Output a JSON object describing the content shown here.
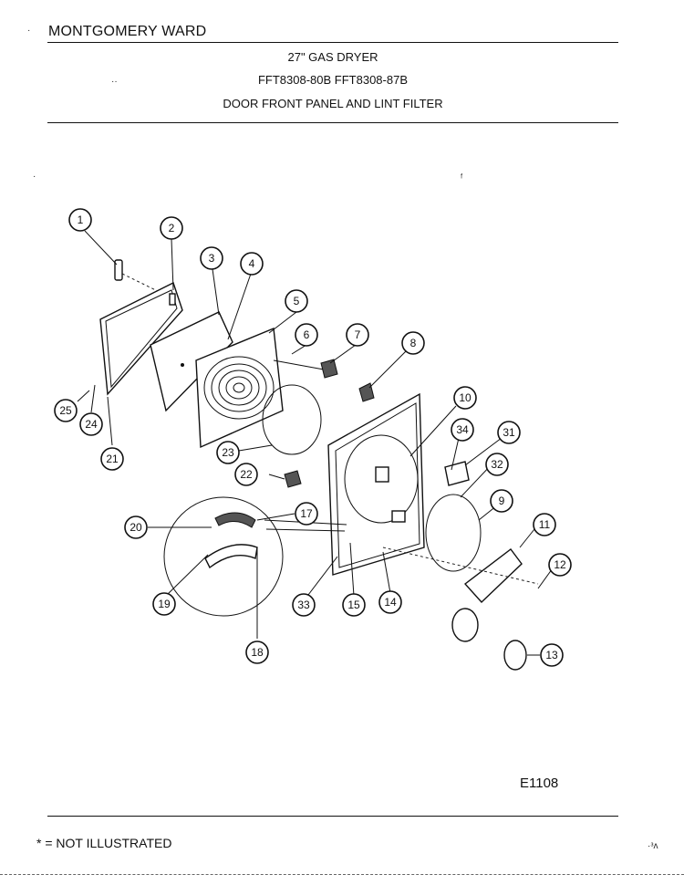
{
  "header": {
    "brand": "MONTGOMERY WARD",
    "product": "27\" GAS DRYER",
    "models": "FFT8308-80B  FFT8308-87B",
    "section": "DOOR FRONT PANEL AND LINT FILTER"
  },
  "figure_code": "E1108",
  "footnote": "* = NOT ILLUSTRATED",
  "callouts": [
    "1",
    "2",
    "3",
    "4",
    "5",
    "6",
    "7",
    "8",
    "9",
    "10",
    "11",
    "12",
    "13",
    "14",
    "15",
    "17",
    "18",
    "19",
    "20",
    "21",
    "22",
    "23",
    "24",
    "25",
    "31",
    "32",
    "33",
    "34"
  ]
}
